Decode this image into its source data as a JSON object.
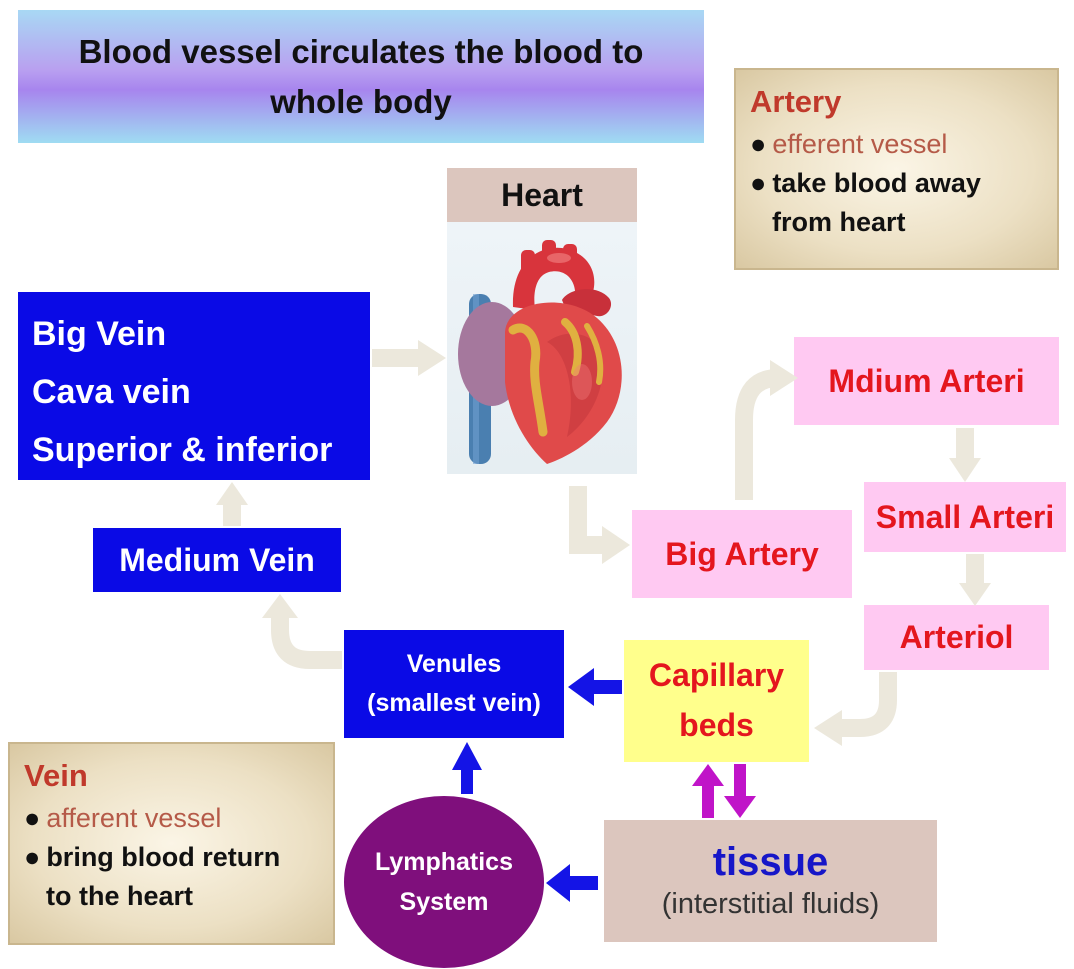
{
  "title": {
    "line1": "Blood vessel circulates the blood to",
    "line2": "whole body"
  },
  "artery": {
    "title": "Artery",
    "point1": "efferent vessel",
    "point2_line1": "take blood away",
    "point2_line2": "from heart"
  },
  "vein": {
    "title": "Vein",
    "point1": "afferent vessel",
    "point2_line1": "bring blood return",
    "point2_line2": "to the heart"
  },
  "heart": {
    "label": "Heart"
  },
  "big_vein": {
    "line1": "Big Vein",
    "line2": "Cava vein",
    "line3": "Superior & inferior"
  },
  "medium_vein": "Medium Vein",
  "venules": {
    "line1": "Venules",
    "line2": "(smallest vein)"
  },
  "medium_arteri": "Mdium Arteri",
  "small_arteri": "Small Arteri",
  "arteriol": "Arteriol",
  "big_artery": "Big Artery",
  "capillary": {
    "line1": "Capillary",
    "line2": "beds"
  },
  "tissue": {
    "title": "tissue",
    "subtitle": "(interstitial fluids)"
  },
  "lymphatics": {
    "line1": "Lymphatics",
    "line2": "System"
  },
  "colors": {
    "blue_box": "#0a0ae6",
    "pink_box": "#ffc9f2",
    "pink_text": "#e4161e",
    "capillary_bg": "#ffff8c",
    "tissue_bg": "#dcc6be",
    "lymph_bg": "#7f0f7c",
    "flow_arrow": "#ece8dc",
    "blue_arrow": "#1414e6",
    "magenta_arrow": "#c014c8"
  }
}
